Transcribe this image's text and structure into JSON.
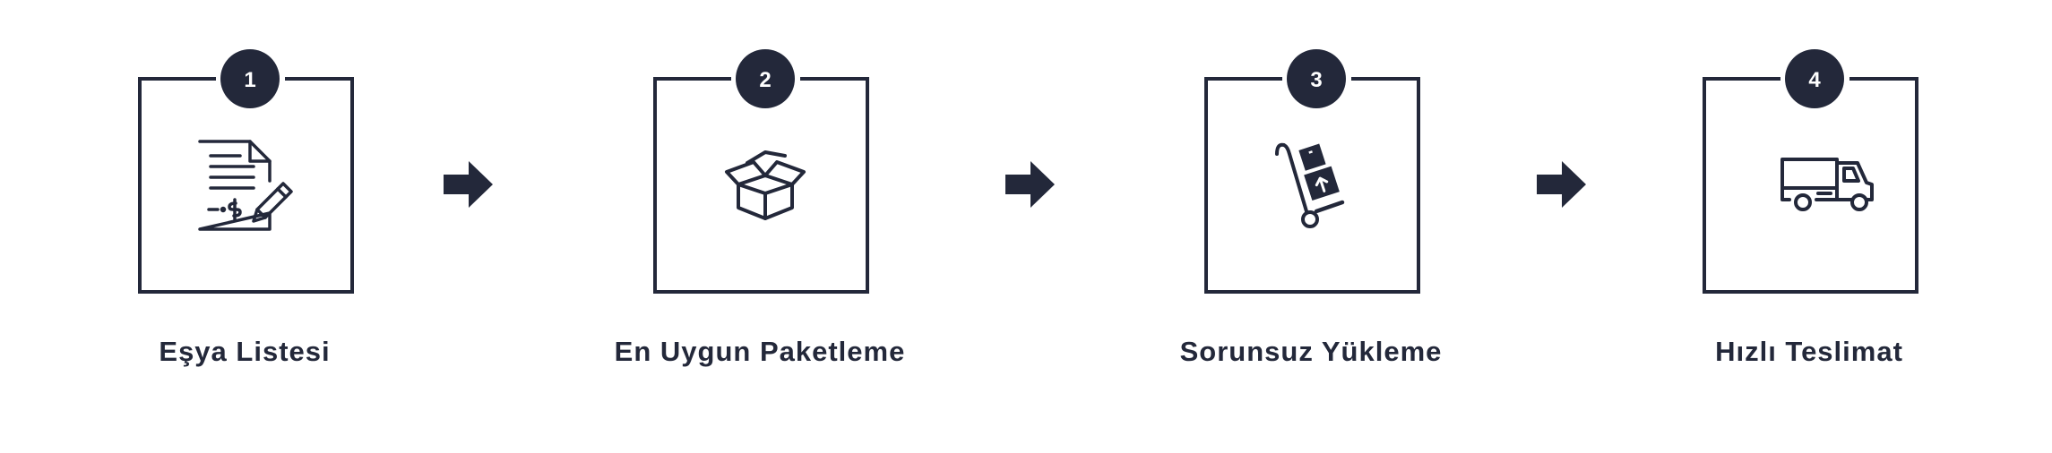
{
  "colors": {
    "ink": "#23283a",
    "background": "#ffffff",
    "badge_text": "#ffffff"
  },
  "steps": [
    {
      "number": "1",
      "label": "Eşya Listesi",
      "icon": "document-pen-dollar-icon"
    },
    {
      "number": "2",
      "label": "En Uygun Paketleme",
      "icon": "open-box-icon"
    },
    {
      "number": "3",
      "label": "Sorunsuz Yükleme",
      "icon": "hand-truck-boxes-icon"
    },
    {
      "number": "4",
      "label": "Hızlı Teslimat",
      "icon": "delivery-truck-icon"
    }
  ],
  "connectors": [
    {
      "icon": "right-arrow-icon"
    },
    {
      "icon": "right-arrow-icon"
    },
    {
      "icon": "right-arrow-icon"
    }
  ]
}
